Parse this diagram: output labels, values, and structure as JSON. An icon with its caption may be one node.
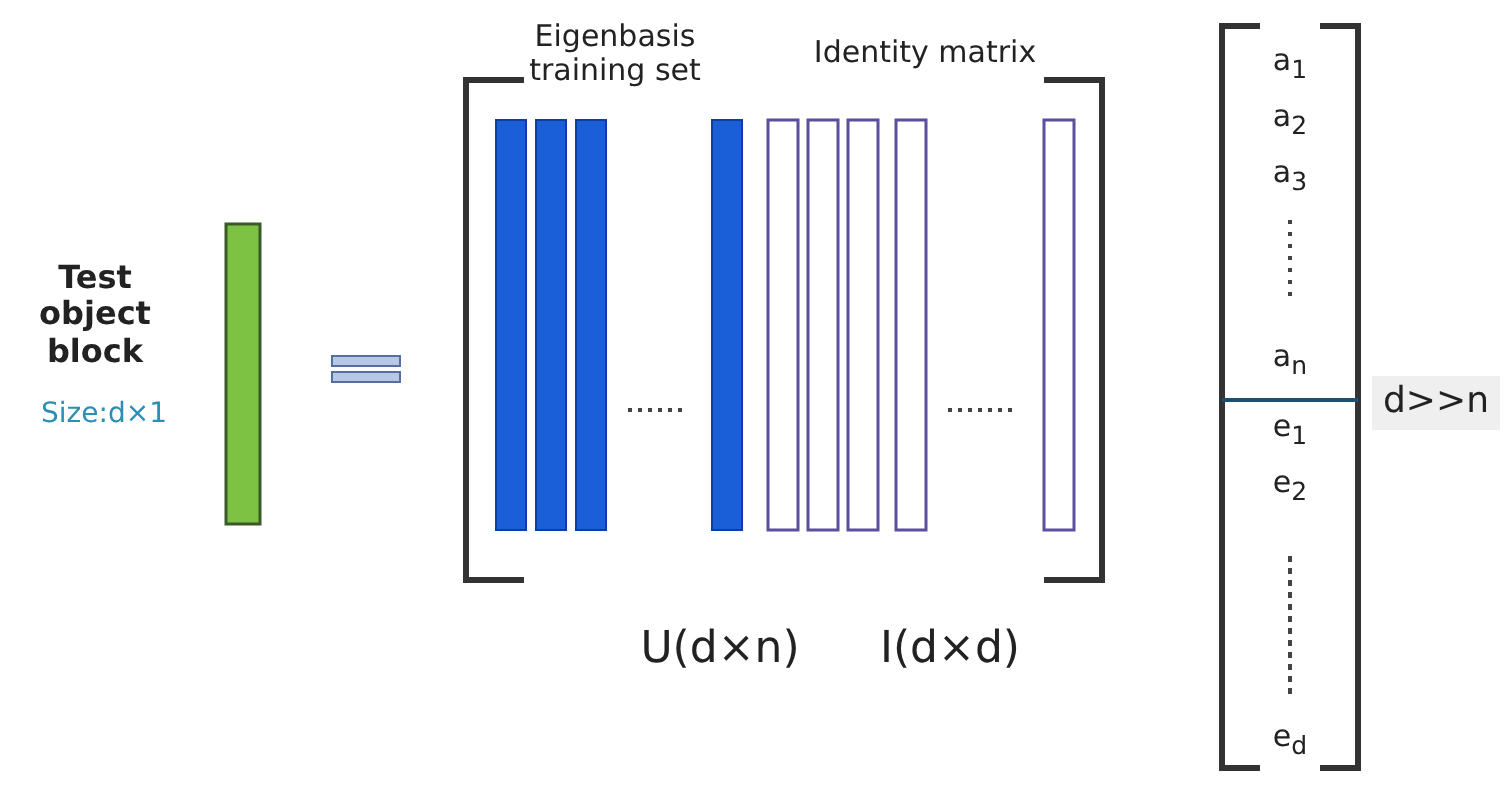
{
  "diagram": {
    "nodes": [
      {
        "text": [],
        "shape": "bar"
      }
    ],
    "labels": [
      "Eigenbasis training set",
      "Identity matrix",
      "Test object block",
      "Size:d×1",
      "a$_{1}$",
      "a$_{2}$",
      "a$_{3}$",
      "a$_{n}$",
      "d>>n",
      "e$_{1}$",
      "e$_{2}$",
      "e$_{d}$",
      "U(d×n)",
      "I(d×d)"
    ]
  }
}
